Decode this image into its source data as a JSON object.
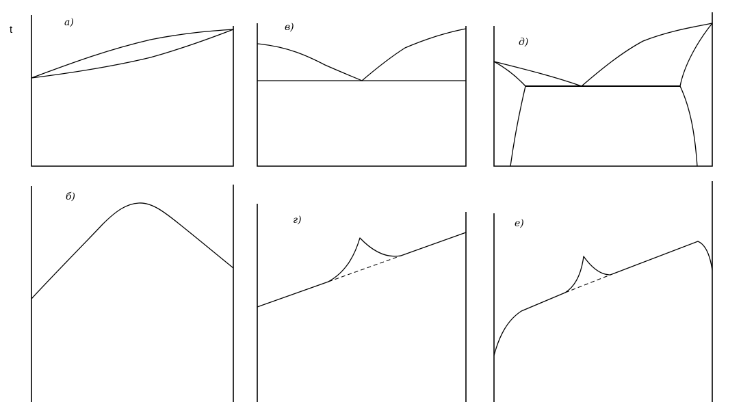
{
  "figure": {
    "axis_label": "t",
    "panels": [
      {
        "id": "a",
        "label": "а)"
      },
      {
        "id": "v",
        "label": "в)"
      },
      {
        "id": "d",
        "label": "д)"
      },
      {
        "id": "b",
        "label": "б)"
      },
      {
        "id": "g",
        "label": "г)"
      },
      {
        "id": "e",
        "label": "е)"
      }
    ]
  }
}
